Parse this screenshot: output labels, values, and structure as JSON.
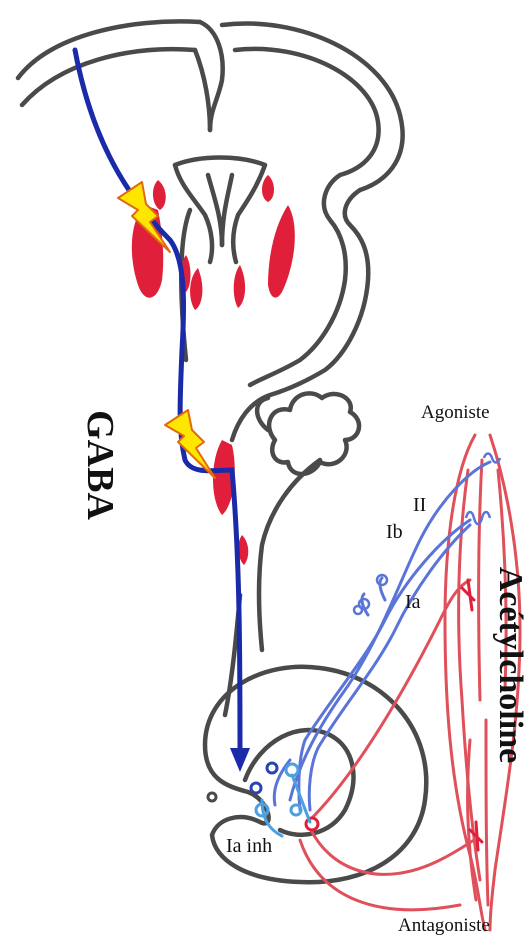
{
  "labels": {
    "gaba": "GABA",
    "acetylcholine": "Acétylcholine",
    "agoniste": "Agoniste",
    "antagoniste": "Antagoniste",
    "ii": "II",
    "ib": "Ib",
    "ia": "Ia",
    "ia_inh": "Ia inh"
  },
  "colors": {
    "outline": "#4a4a4a",
    "nuclei": "#e0203a",
    "descending_tract": "#1a2aa8",
    "sensory_fibers": "#5a74d8",
    "interneuron": "#4aa0e0",
    "muscle": "#e0505a",
    "lightning_fill": "#ffe600",
    "lightning_stroke": "#e06a10"
  }
}
